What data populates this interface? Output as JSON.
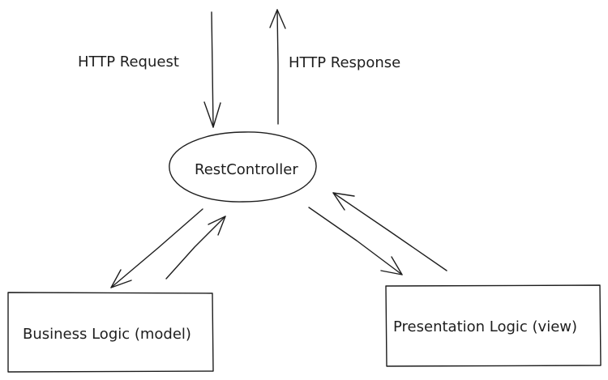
{
  "diagram": {
    "edges": {
      "request_label": "HTTP Request",
      "response_label": "HTTP Response"
    },
    "nodes": {
      "controller": "RestController",
      "business": "Business Logic (model)",
      "presentation": "Presentation Logic (view)"
    }
  }
}
